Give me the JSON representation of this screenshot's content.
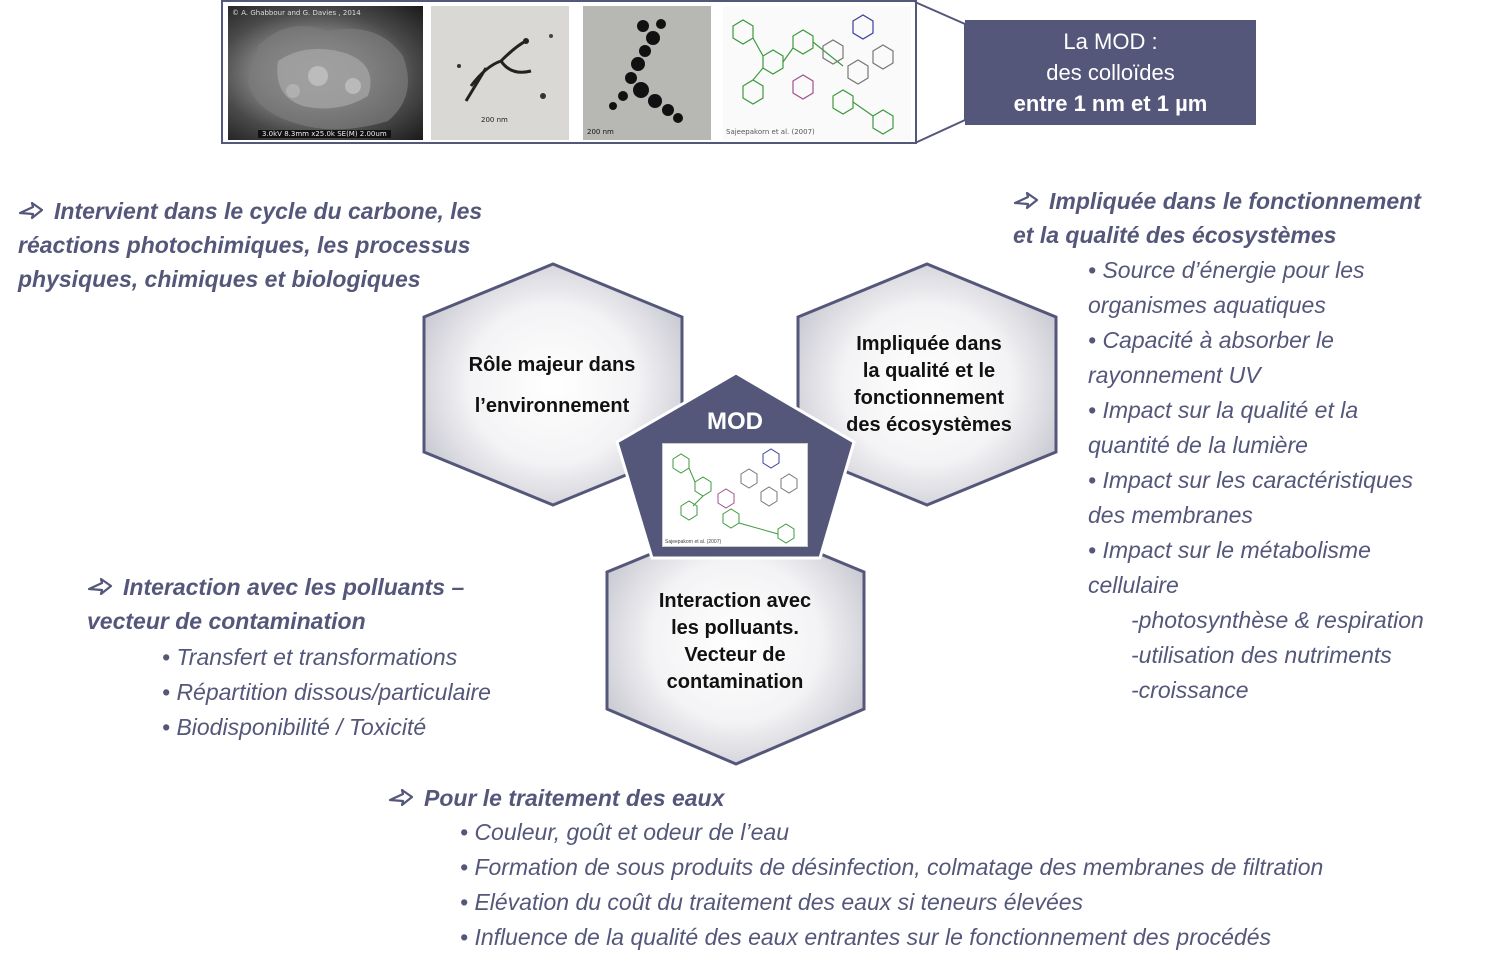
{
  "strip": {
    "sem_credit": "© A. Ghabbour and G. Davies , 2014",
    "sem_scale": "3.0kV 8.3mm x25.0k SE(M)                        2.00um",
    "tem1_scale": "200 nm",
    "tem2_scale": "200 nm",
    "model_credit": "Sajeepakorn et al. (2007)"
  },
  "mod_box": {
    "line1": "La MOD :",
    "line2": "des colloïdes",
    "line3": "entre 1 nm et 1 µm"
  },
  "left_top": {
    "lines": [
      "Intervient dans le cycle du carbone, les",
      "réactions photochimiques,  les processus",
      "physiques, chimiques et biologiques"
    ]
  },
  "right_top": {
    "heading_lines": [
      "Impliquée  dans le fonctionnement",
      "et la qualité des écosystèmes"
    ],
    "bullets": [
      "• Source d’énergie pour les",
      "organismes aquatiques",
      "• Capacité à absorber le",
      "rayonnement UV",
      "• Impact sur la qualité et la",
      "quantité de la lumière",
      "• Impact sur les caractéristiques",
      "des membranes",
      "• Impact sur le métabolisme",
      "cellulaire"
    ],
    "sub_items": [
      "-photosynthèse & respiration",
      "-utilisation des nutriments",
      "-croissance"
    ]
  },
  "left_mid": {
    "heading_lines": [
      "Interaction avec les polluants –",
      "vecteur de contamination"
    ],
    "bullets": [
      "• Transfert et transformations",
      "• Répartition dissous/particulaire",
      "• Biodisponibilité / Toxicité"
    ]
  },
  "bottom": {
    "heading": "Pour le traitement des eaux",
    "bullets": [
      "• Couleur, goût et odeur de l’eau",
      "• Formation de sous produits de désinfection, colmatage des membranes de filtration",
      "• Elévation du coût du traitement des eaux si teneurs élevées",
      "• Influence de la qualité des eaux entrantes sur le fonctionnement des procédés"
    ]
  },
  "center": {
    "hex_left_lines": [
      "Rôle majeur dans",
      "l’environnement"
    ],
    "hex_right_lines": [
      "Impliquée dans",
      "la qualité et le",
      "fonctionnement",
      "des écosystèmes"
    ],
    "hex_bottom_lines": [
      "Interaction avec",
      "les polluants.",
      "Vecteur de",
      "contamination"
    ],
    "pentagon_label": "MOD",
    "inset_credit": "Sajeepakorn et al. (2007)"
  },
  "colors": {
    "accent": "#55577a",
    "hex_fill_inner": "#ffffff",
    "hex_fill_outer": "#c9c9d2"
  },
  "icons": [
    "outline-arrow-icon"
  ]
}
